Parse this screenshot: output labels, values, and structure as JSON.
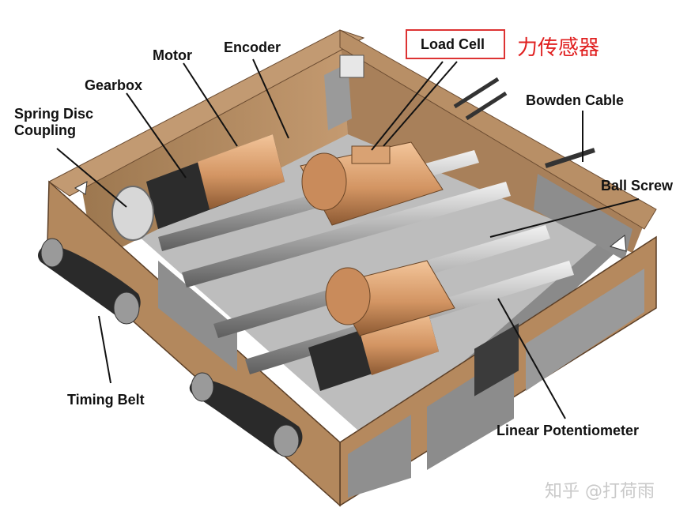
{
  "labels": {
    "motor": "Motor",
    "encoder": "Encoder",
    "load_cell": "Load Cell",
    "load_cell_cn": "力传感器",
    "gearbox": "Gearbox",
    "spring_disc_coupling": "Spring Disc\nCoupling",
    "bowden_cable": "Bowden Cable",
    "ball_screw": "Ball Screw",
    "timing_belt": "Timing Belt",
    "linear_potentiometer": "Linear Potentiometer"
  },
  "watermark": "知乎 @打荷雨",
  "colors": {
    "frame": "#b08a62",
    "frame_dark": "#7b5a3c",
    "copper": "#d9a273",
    "steel": "#c9c9c9",
    "callout_box": "#dd3333",
    "chinese_label": "#e02020"
  }
}
